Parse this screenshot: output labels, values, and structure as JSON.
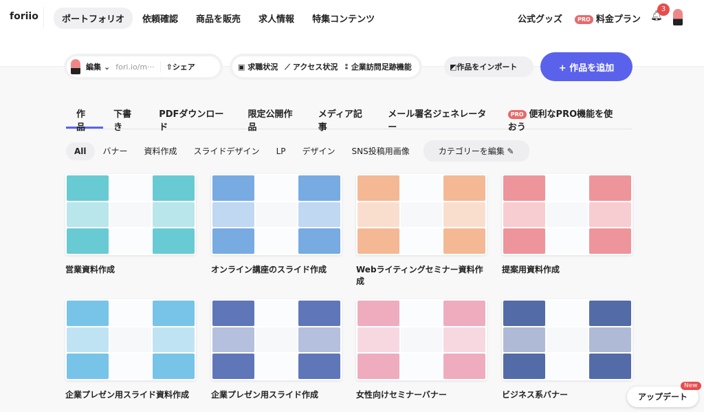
{
  "header": {
    "logo": "foriio",
    "nav": [
      "ポートフォリオ",
      "依頼確認",
      "商品を販売",
      "求人情報",
      "特集コンテンツ"
    ],
    "goods": "公式グッズ",
    "pro_badge": "PRO",
    "pricing": "料金プラン",
    "notifications": "3"
  },
  "toolbar": {
    "edit": "編集",
    "url": "fori.io/m···",
    "share": "シェア",
    "job_status": "求職状況",
    "access": "アクセス状況",
    "visits": "企業訪問足跡機能",
    "import": "作品をインポート",
    "add": "+ 作品を追加"
  },
  "tabs": [
    "作品",
    "下書き",
    "PDFダウンロード",
    "限定公開作品",
    "メディア記事",
    "メール署名ジェネレーター",
    "便利なPRO機能を使おう"
  ],
  "categories": [
    "All",
    "バナー",
    "資料作成",
    "スライドデザイン",
    "LP",
    "デザイン",
    "SNS投稿用画像"
  ],
  "edit_categories": "カテゴリーを編集",
  "works": [
    {
      "title": "営業資料作成",
      "color": "#36b8c4"
    },
    {
      "title": "オンライン講座のスライド作成",
      "color": "#4a8fd8"
    },
    {
      "title": "Webライティングセミナー資料作成",
      "color": "#f0a070"
    },
    {
      "title": "提案用資料作成",
      "color": "#e8707a"
    },
    {
      "title": "企業プレゼン用スライド資料作成",
      "color": "#4ab0e0"
    },
    {
      "title": "企業プレゼン用スライド作成",
      "color": "#2a4aa0"
    },
    {
      "title": "女性向けセミナーバナー",
      "color": "#e890a8"
    },
    {
      "title": "ビジネス系バナー",
      "color": "#1a3a8a"
    }
  ],
  "update": {
    "label": "アップデート",
    "new": "New"
  }
}
